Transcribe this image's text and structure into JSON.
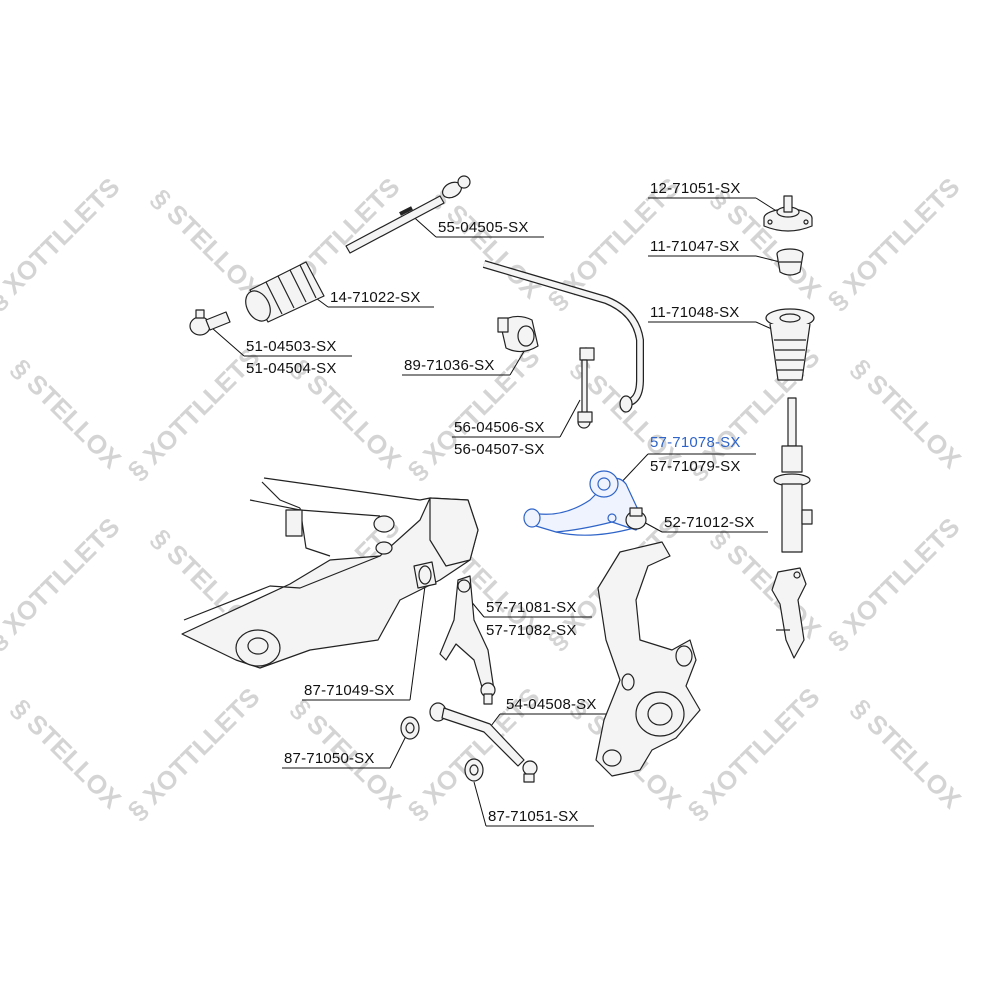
{
  "watermark": {
    "brand": "STELLOX",
    "brand_reversed": "XOTTLLETS"
  },
  "colors": {
    "highlight": "#2f64c8",
    "line": "#111111",
    "part_stroke": "#222222",
    "part_fill": "#f4f4f4",
    "watermark": "#d4d4d4"
  },
  "labels": {
    "p1": "12-71051-SX",
    "p2": "11-71047-SX",
    "p3": "11-71048-SX",
    "p4": "55-04505-SX",
    "p5": "14-71022-SX",
    "p6": "51-04503-SX",
    "p7": "51-04504-SX",
    "p8": "89-71036-SX",
    "p9": "56-04506-SX",
    "p10": "56-04507-SX",
    "p11": "57-71078-SX",
    "p12": "57-71079-SX",
    "p13": "52-71012-SX",
    "p14": "57-71081-SX",
    "p15": "57-71082-SX",
    "p16": "87-71049-SX",
    "p17": "54-04508-SX",
    "p18": "87-71050-SX",
    "p19": "87-71051-SX"
  },
  "selected_part": "57-71078-SX"
}
